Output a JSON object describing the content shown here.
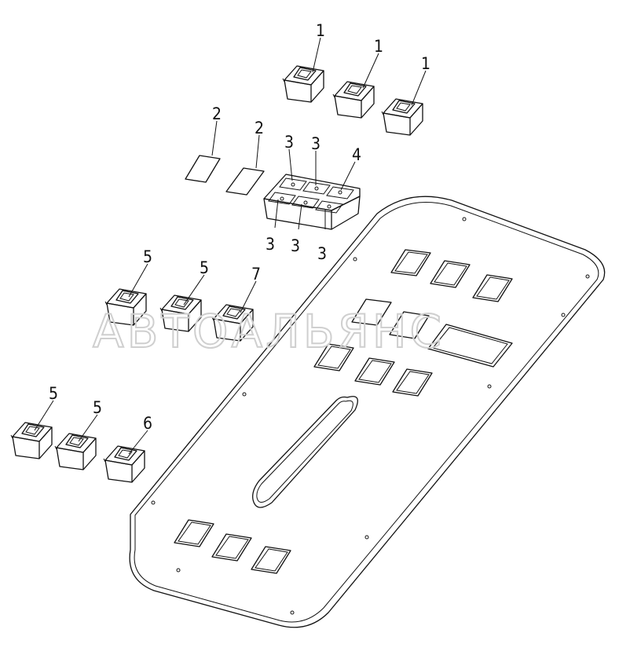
{
  "watermark": "АВТОАЛЬЯНС",
  "callouts": {
    "sw1a": "1",
    "sw1b": "1",
    "sw1c": "1",
    "cov2a": "2",
    "cov2b": "2",
    "blk3tl": "3",
    "blk3tr": "3",
    "blk3bl": "3",
    "blk3bm": "3",
    "blk3br": "3",
    "blk4": "4",
    "sw5a": "5",
    "sw5b": "5",
    "sw7": "7",
    "sw5c": "5",
    "sw5d": "5",
    "sw6": "6"
  },
  "colors": {
    "line": "#111111",
    "watermark": "#cfcfcf",
    "background": "#ffffff"
  }
}
